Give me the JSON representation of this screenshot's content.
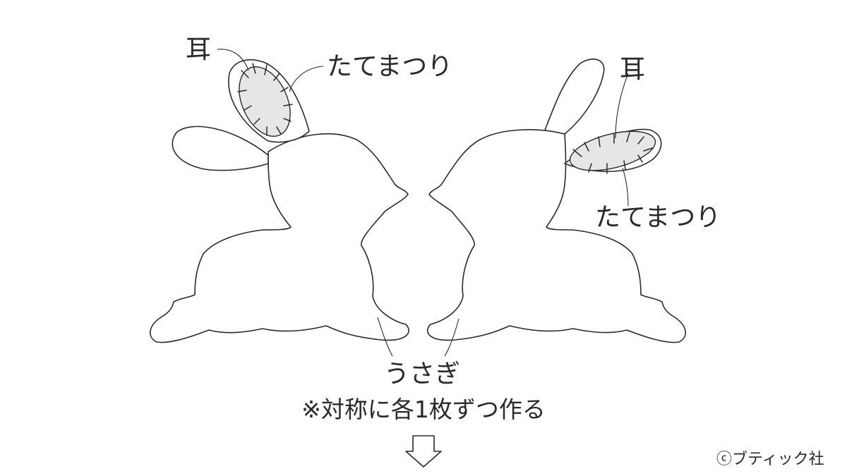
{
  "labels": {
    "ear_left": "耳",
    "ear_right": "耳",
    "stitch_left": "たてまつり",
    "stitch_right": "たてまつり",
    "body": "うさぎ",
    "note": "※対称に各1枚ずつ作る",
    "copyright": "ⓒブティック社"
  },
  "icons": {
    "next_step": "down-arrow-icon"
  },
  "colors": {
    "line": "#2a2a2a",
    "patch": "#e6e6e6",
    "background": "#ffffff"
  }
}
